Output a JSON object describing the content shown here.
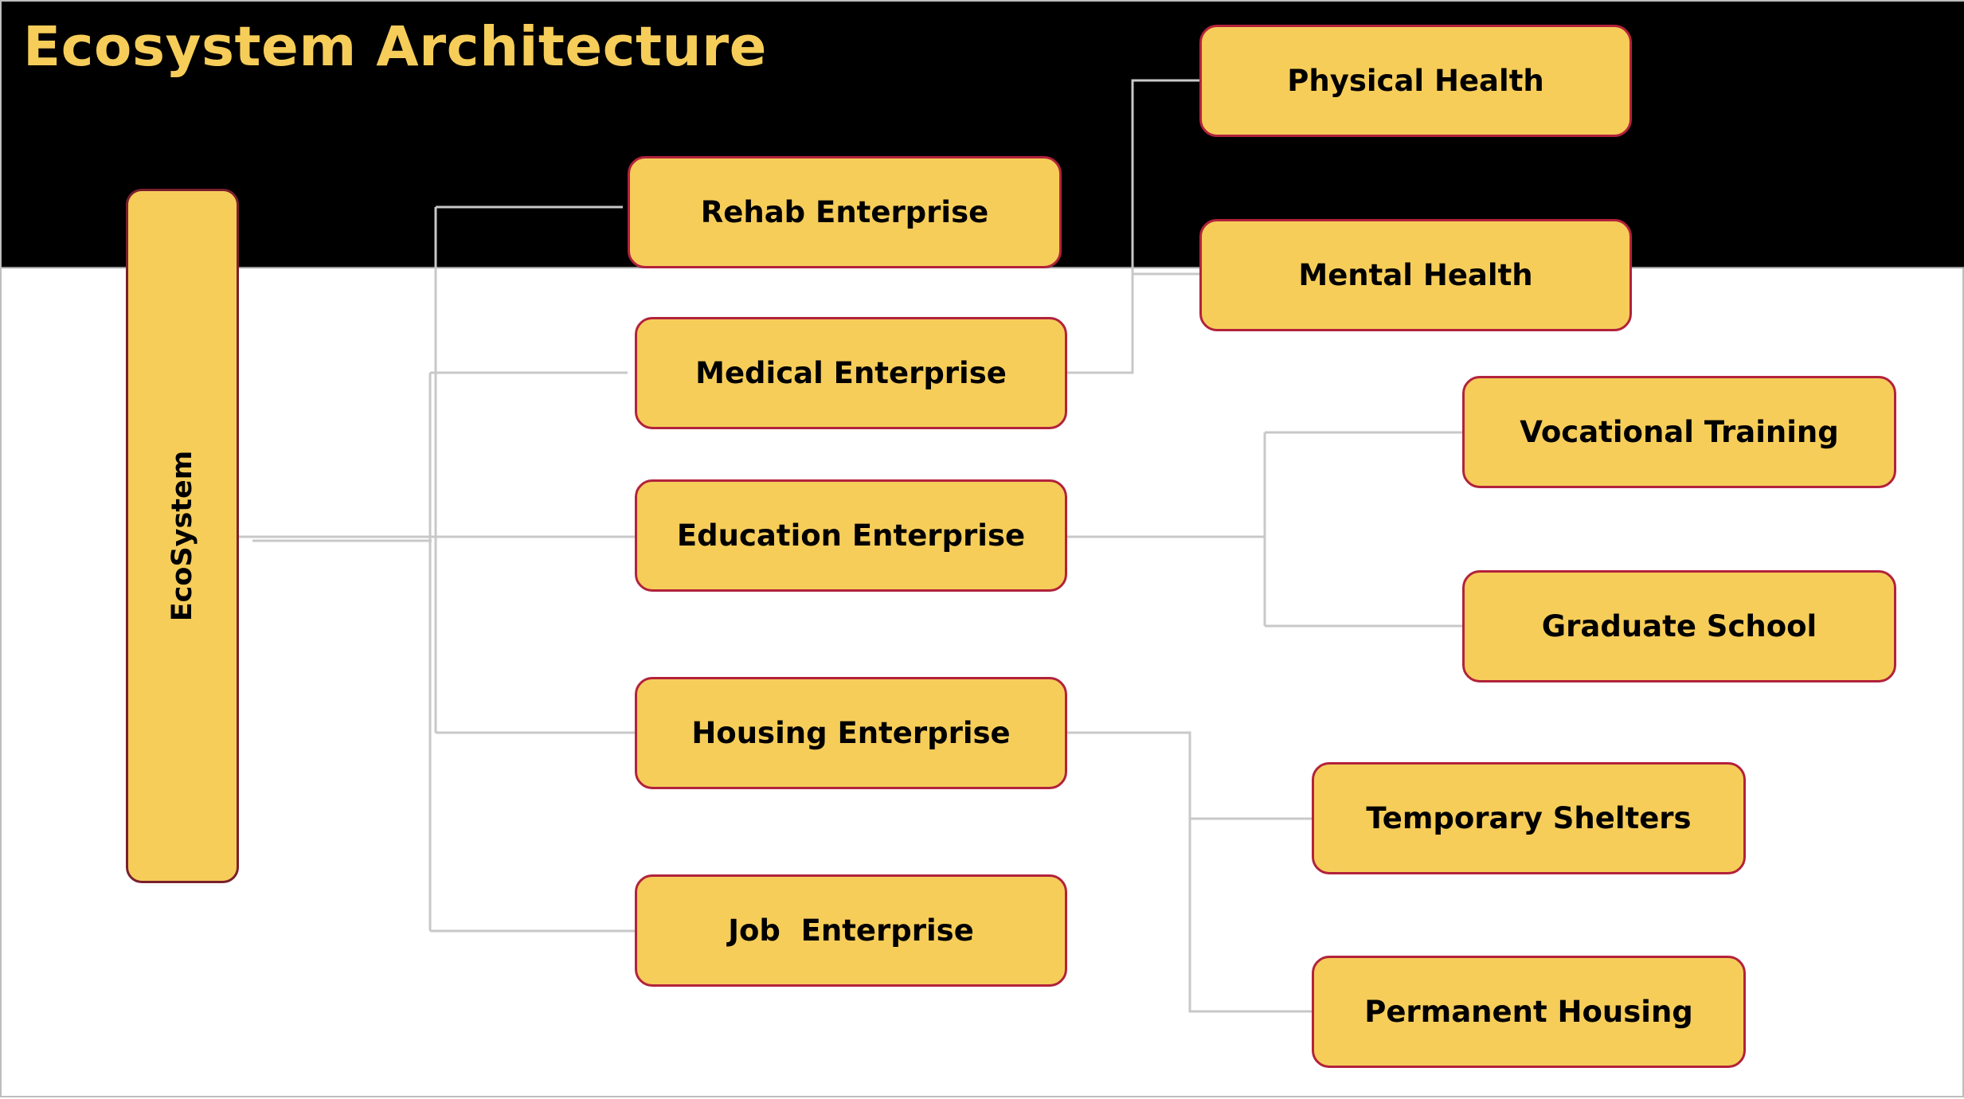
{
  "title": "Ecosystem Architecture",
  "root": {
    "label": "EcoSystem"
  },
  "enterprises": [
    {
      "key": "rehab",
      "label": "Rehab Enterprise"
    },
    {
      "key": "medical",
      "label": "Medical Enterprise"
    },
    {
      "key": "education",
      "label": "Education Enterprise"
    },
    {
      "key": "housing",
      "label": "Housing Enterprise"
    },
    {
      "key": "job",
      "label": "Job  Enterprise"
    }
  ],
  "children": {
    "medical": [
      {
        "label": "Physical Health"
      },
      {
        "label": "Mental Health"
      }
    ],
    "education": [
      {
        "label": "Vocational Training"
      },
      {
        "label": "Graduate School"
      }
    ],
    "housing": [
      {
        "label": "Temporary Shelters"
      },
      {
        "label": "Permanent Housing"
      }
    ]
  },
  "colors": {
    "header_background": "#000000",
    "title": "#f6cd59",
    "node_fill": "#f6cd59",
    "node_border": "#b2223c",
    "connector": "#c8c8c8"
  }
}
